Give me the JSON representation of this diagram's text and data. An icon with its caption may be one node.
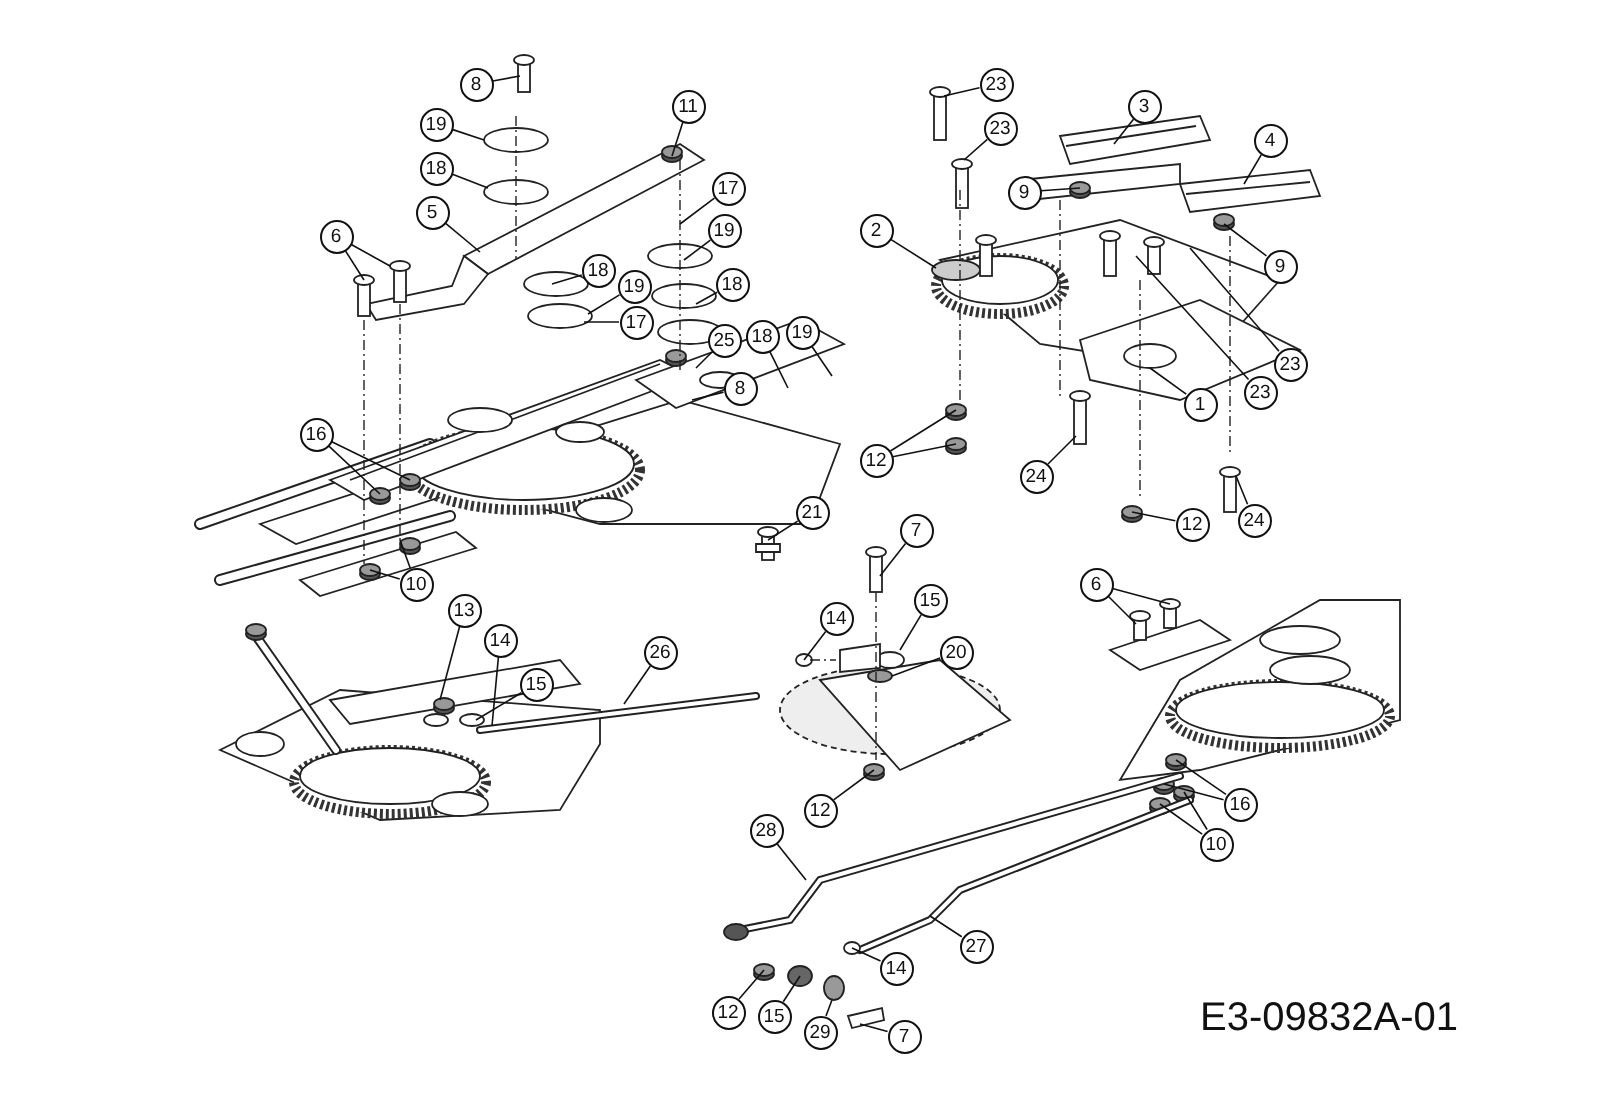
{
  "diagram": {
    "nodes": [
      {
        "text": [
          "8"
        ]
      },
      {
        "text": [
          "19"
        ]
      },
      {
        "text": [
          "11"
        ]
      },
      {
        "text": [
          "18"
        ]
      },
      {
        "text": [
          "5"
        ]
      },
      {
        "text": [
          "17"
        ]
      },
      {
        "text": [
          "19"
        ]
      },
      {
        "text": [
          "6"
        ]
      },
      {
        "text": [
          "18"
        ]
      },
      {
        "text": [
          "19"
        ]
      },
      {
        "text": [
          "17"
        ]
      },
      {
        "text": [
          "18"
        ]
      },
      {
        "text": [
          "25"
        ]
      },
      {
        "text": [
          "18"
        ]
      },
      {
        "text": [
          "19"
        ]
      },
      {
        "text": [
          "8"
        ]
      },
      {
        "text": [
          "16"
        ]
      },
      {
        "text": [
          "10"
        ]
      },
      {
        "text": [
          "21"
        ]
      },
      {
        "text": [
          "23"
        ]
      },
      {
        "text": [
          "23"
        ]
      },
      {
        "text": [
          "3"
        ]
      },
      {
        "text": [
          "4"
        ]
      },
      {
        "text": [
          "9"
        ]
      },
      {
        "text": [
          "2"
        ]
      },
      {
        "text": [
          "9"
        ]
      },
      {
        "text": [
          "23"
        ]
      },
      {
        "text": [
          "23"
        ]
      },
      {
        "text": [
          "1"
        ]
      },
      {
        "text": [
          "12"
        ]
      },
      {
        "text": [
          "24"
        ]
      },
      {
        "text": [
          "12"
        ]
      },
      {
        "text": [
          "24"
        ]
      },
      {
        "text": [
          "13"
        ]
      },
      {
        "text": [
          "14"
        ]
      },
      {
        "text": [
          "15"
        ]
      },
      {
        "text": [
          "26"
        ]
      },
      {
        "text": [
          "7"
        ]
      },
      {
        "text": [
          "14"
        ]
      },
      {
        "text": [
          "15"
        ]
      },
      {
        "text": [
          "20"
        ]
      },
      {
        "text": [
          "6"
        ]
      },
      {
        "text": [
          "12"
        ]
      },
      {
        "text": [
          "16"
        ]
      },
      {
        "text": [
          "10"
        ]
      },
      {
        "text": [
          "28"
        ]
      },
      {
        "text": [
          "27"
        ]
      },
      {
        "text": [
          "12"
        ]
      },
      {
        "text": [
          "15"
        ]
      },
      {
        "text": [
          "29"
        ]
      },
      {
        "text": [
          "14"
        ]
      },
      {
        "text": [
          "7"
        ]
      }
    ],
    "edges": [
      {
        "from": 0,
        "to": null,
        "arrow": "none"
      },
      {
        "from": 1,
        "to": null,
        "arrow": "none"
      },
      {
        "from": 2,
        "to": null,
        "arrow": "none"
      },
      {
        "from": 3,
        "to": null,
        "arrow": "none"
      },
      {
        "from": 4,
        "to": null,
        "arrow": "none"
      },
      {
        "from": 5,
        "to": null,
        "arrow": "none"
      },
      {
        "from": 6,
        "to": null,
        "arrow": "none"
      },
      {
        "from": 7,
        "to": null,
        "arrow": "none"
      },
      {
        "from": 7,
        "to": null,
        "arrow": "none"
      },
      {
        "from": 8,
        "to": null,
        "arrow": "none"
      },
      {
        "from": 9,
        "to": null,
        "arrow": "none"
      },
      {
        "from": 10,
        "to": null,
        "arrow": "none"
      },
      {
        "from": 11,
        "to": null,
        "arrow": "none"
      },
      {
        "from": 12,
        "to": null,
        "arrow": "none"
      },
      {
        "from": 13,
        "to": null,
        "arrow": "none"
      },
      {
        "from": 14,
        "to": null,
        "arrow": "none"
      },
      {
        "from": 15,
        "to": null,
        "arrow": "none"
      },
      {
        "from": 16,
        "to": null,
        "arrow": "none"
      },
      {
        "from": 16,
        "to": null,
        "arrow": "none"
      },
      {
        "from": 17,
        "to": null,
        "arrow": "none"
      },
      {
        "from": 17,
        "to": null,
        "arrow": "none"
      },
      {
        "from": 18,
        "to": null,
        "arrow": "none"
      },
      {
        "from": 19,
        "to": null,
        "arrow": "none"
      },
      {
        "from": 20,
        "to": null,
        "arrow": "none"
      },
      {
        "from": 21,
        "to": null,
        "arrow": "none"
      },
      {
        "from": 22,
        "to": null,
        "arrow": "none"
      },
      {
        "from": 23,
        "to": null,
        "arrow": "none"
      },
      {
        "from": 24,
        "to": null,
        "arrow": "none"
      },
      {
        "from": 25,
        "to": null,
        "arrow": "none"
      },
      {
        "from": 26,
        "to": null,
        "arrow": "none"
      },
      {
        "from": 27,
        "to": null,
        "arrow": "none"
      },
      {
        "from": 28,
        "to": null,
        "arrow": "none"
      },
      {
        "from": 29,
        "to": null,
        "arrow": "none"
      },
      {
        "from": 29,
        "to": null,
        "arrow": "none"
      },
      {
        "from": 30,
        "to": null,
        "arrow": "none"
      },
      {
        "from": 31,
        "to": null,
        "arrow": "none"
      },
      {
        "from": 32,
        "to": null,
        "arrow": "none"
      },
      {
        "from": 33,
        "to": null,
        "arrow": "none"
      },
      {
        "from": 34,
        "to": null,
        "arrow": "none"
      },
      {
        "from": 35,
        "to": null,
        "arrow": "none"
      },
      {
        "from": 36,
        "to": null,
        "arrow": "none"
      },
      {
        "from": 37,
        "to": null,
        "arrow": "none"
      },
      {
        "from": 38,
        "to": null,
        "arrow": "none"
      },
      {
        "from": 39,
        "to": null,
        "arrow": "none"
      },
      {
        "from": 40,
        "to": null,
        "arrow": "none"
      },
      {
        "from": 41,
        "to": null,
        "arrow": "none"
      },
      {
        "from": 41,
        "to": null,
        "arrow": "none"
      },
      {
        "from": 42,
        "to": null,
        "arrow": "none"
      },
      {
        "from": 43,
        "to": null,
        "arrow": "none"
      },
      {
        "from": 43,
        "to": null,
        "arrow": "none"
      },
      {
        "from": 44,
        "to": null,
        "arrow": "none"
      },
      {
        "from": 44,
        "to": null,
        "arrow": "none"
      },
      {
        "from": 45,
        "to": null,
        "arrow": "none"
      },
      {
        "from": 46,
        "to": null,
        "arrow": "none"
      },
      {
        "from": 47,
        "to": null,
        "arrow": "none"
      },
      {
        "from": 48,
        "to": null,
        "arrow": "none"
      },
      {
        "from": 49,
        "to": null,
        "arrow": "none"
      },
      {
        "from": 50,
        "to": null,
        "arrow": "none"
      },
      {
        "from": 51,
        "to": null,
        "arrow": "none"
      }
    ],
    "labels": [
      "E3-09832A-01"
    ]
  }
}
